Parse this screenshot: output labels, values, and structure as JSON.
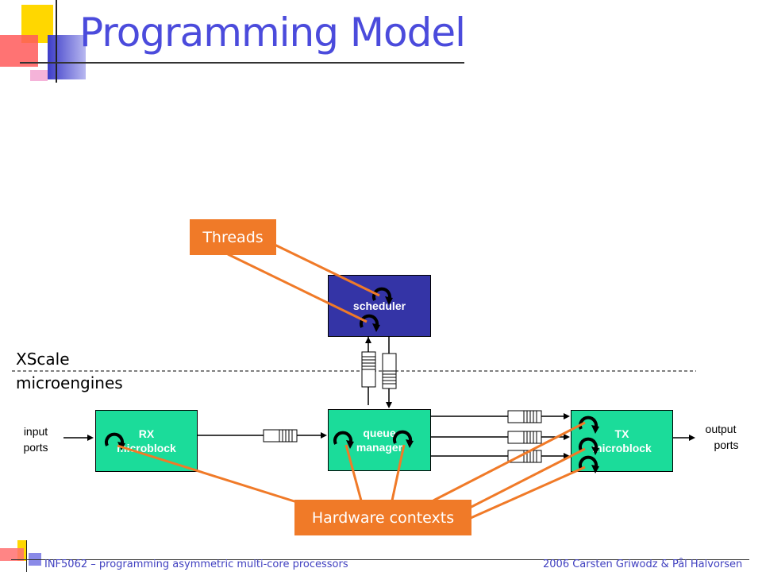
{
  "slide": {
    "title": "Programming Model",
    "region_labels": [
      "XScale",
      "microengines"
    ],
    "ports": {
      "input": [
        "input",
        "ports"
      ],
      "output": [
        "output",
        "ports"
      ]
    },
    "blocks": {
      "scheduler": [
        "scheduler"
      ],
      "rx": [
        "RX",
        "microblock"
      ],
      "queue_manager": [
        "queue",
        "manager"
      ],
      "tx": [
        "TX",
        "microblock"
      ]
    },
    "callouts": {
      "threads": "Threads",
      "hw_contexts": "Hardware contexts"
    },
    "footer": {
      "left": "INF5062 – programming asymmetric multi-core processors",
      "right": "2006 Carsten Griwodz & Pål Halvorsen"
    }
  },
  "colors": {
    "title": "#4b4bdc",
    "microblock_fill": "#1bdc9a",
    "scheduler_fill": "#3434a6",
    "callout_fill": "#f07a28",
    "connector": "#f07a28",
    "deco_yellow": "#ffd700",
    "deco_red": "#ff5050",
    "deco_blue": "#3c3cc8"
  }
}
